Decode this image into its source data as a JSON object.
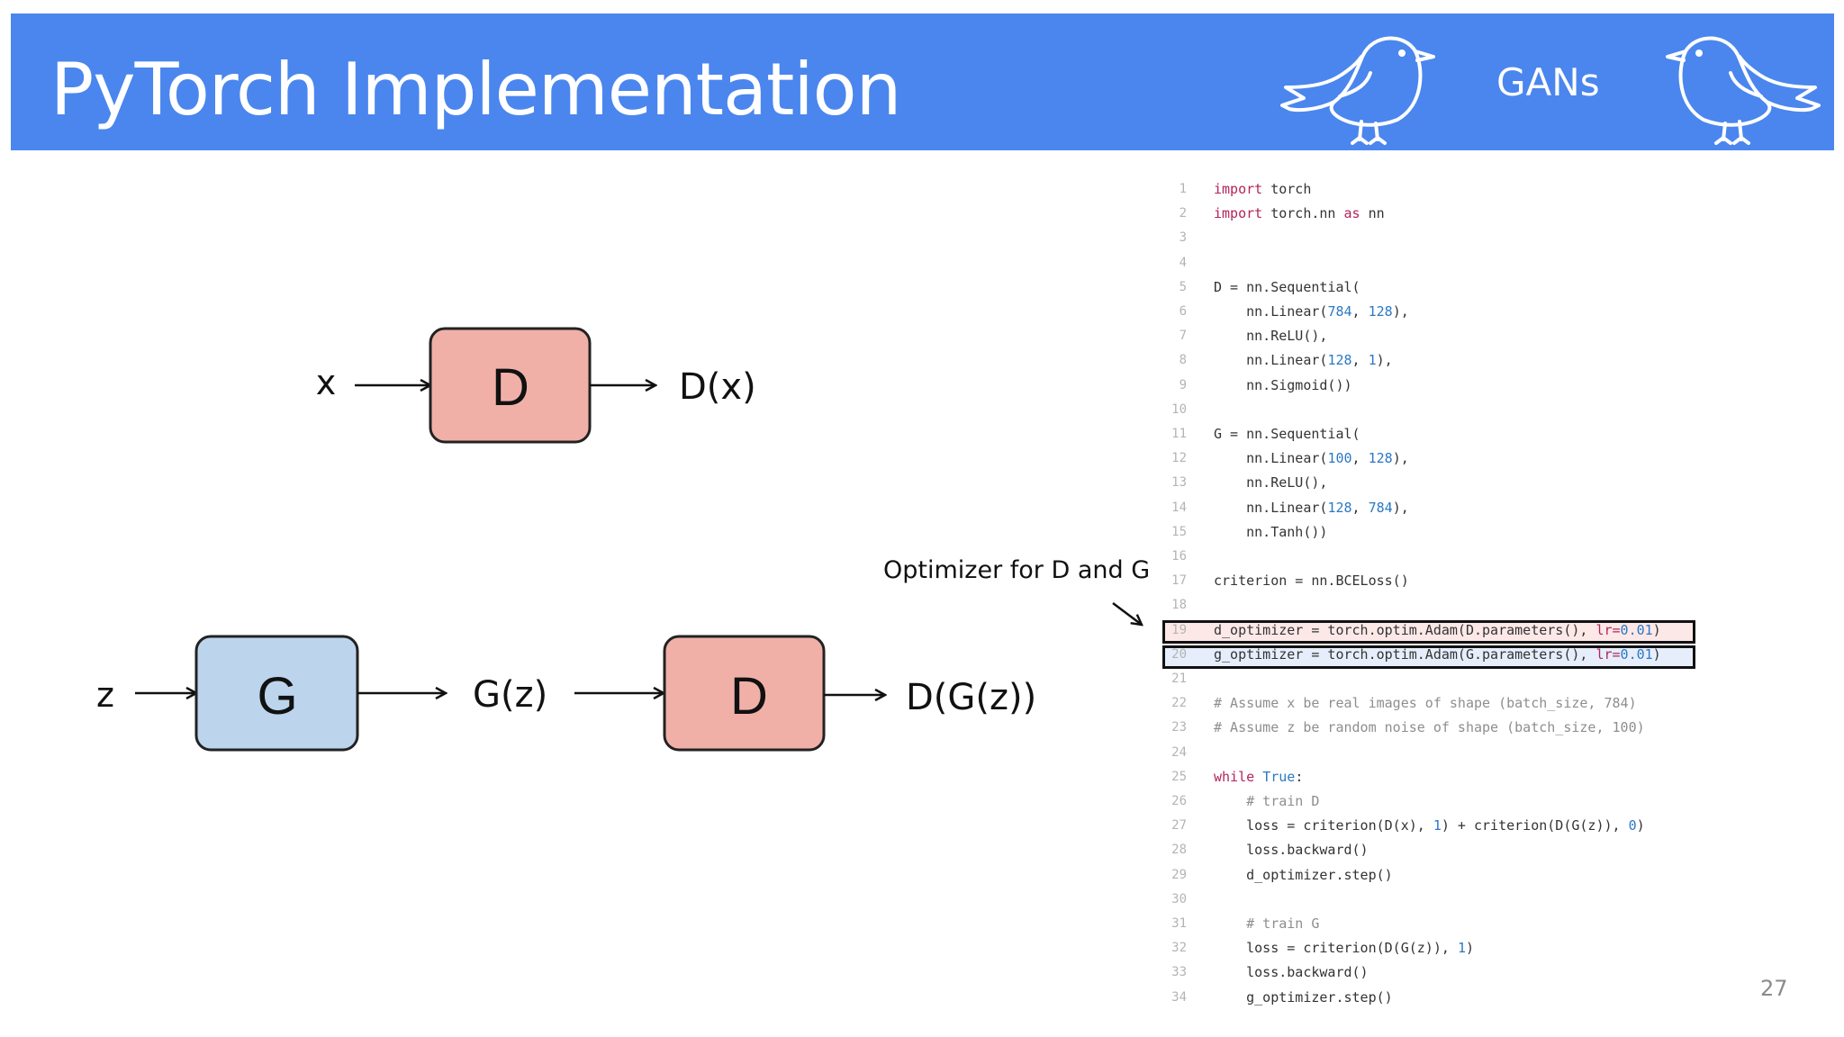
{
  "header": {
    "title": "PyTorch Implementation",
    "label": "GANs",
    "bg_color": "#4a86ee",
    "icons": [
      "bird-icon",
      "bird-icon"
    ]
  },
  "diagram": {
    "top": {
      "input": "x",
      "box": "D",
      "output": "D(x)",
      "box_color": "#f0b0a8"
    },
    "bottom": {
      "input": "z",
      "box1": "G",
      "mid": "G(z)",
      "box2": "D",
      "output": "D(G(z))",
      "g_color": "#bcd4ec",
      "d_color": "#f0b0a8"
    },
    "annotation": "Optimizer for D and G"
  },
  "code": {
    "lines": [
      {
        "n": "1",
        "t": [
          [
            "kw",
            "import"
          ],
          [
            "df",
            " torch"
          ]
        ]
      },
      {
        "n": "2",
        "t": [
          [
            "kw",
            "import"
          ],
          [
            "df",
            " torch.nn "
          ],
          [
            "kw",
            "as"
          ],
          [
            "df",
            " nn"
          ]
        ]
      },
      {
        "n": "3",
        "t": []
      },
      {
        "n": "4",
        "t": []
      },
      {
        "n": "5",
        "t": [
          [
            "df",
            "D = nn.Sequential("
          ]
        ]
      },
      {
        "n": "6",
        "t": [
          [
            "df",
            "    nn.Linear("
          ],
          [
            "nm",
            "784"
          ],
          [
            "df",
            ", "
          ],
          [
            "nm",
            "128"
          ],
          [
            "df",
            "),"
          ]
        ]
      },
      {
        "n": "7",
        "t": [
          [
            "df",
            "    nn.ReLU(),"
          ]
        ]
      },
      {
        "n": "8",
        "t": [
          [
            "df",
            "    nn.Linear("
          ],
          [
            "nm",
            "128"
          ],
          [
            "df",
            ", "
          ],
          [
            "nm",
            "1"
          ],
          [
            "df",
            "),"
          ]
        ]
      },
      {
        "n": "9",
        "t": [
          [
            "df",
            "    nn.Sigmoid())"
          ]
        ]
      },
      {
        "n": "10",
        "t": []
      },
      {
        "n": "11",
        "t": [
          [
            "df",
            "G = nn.Sequential("
          ]
        ]
      },
      {
        "n": "12",
        "t": [
          [
            "df",
            "    nn.Linear("
          ],
          [
            "nm",
            "100"
          ],
          [
            "df",
            ", "
          ],
          [
            "nm",
            "128"
          ],
          [
            "df",
            "),"
          ]
        ]
      },
      {
        "n": "13",
        "t": [
          [
            "df",
            "    nn.ReLU(),"
          ]
        ]
      },
      {
        "n": "14",
        "t": [
          [
            "df",
            "    nn.Linear("
          ],
          [
            "nm",
            "128"
          ],
          [
            "df",
            ", "
          ],
          [
            "nm",
            "784"
          ],
          [
            "df",
            "),"
          ]
        ]
      },
      {
        "n": "15",
        "t": [
          [
            "df",
            "    nn.Tanh())"
          ]
        ]
      },
      {
        "n": "16",
        "t": []
      },
      {
        "n": "17",
        "t": [
          [
            "df",
            "criterion = nn.BCELoss()"
          ]
        ]
      },
      {
        "n": "18",
        "t": []
      },
      {
        "n": "19",
        "t": [
          [
            "df",
            "d_optimizer = torch.optim.Adam(D.parameters(), "
          ],
          [
            "kw",
            "lr="
          ],
          [
            "nm",
            "0.01"
          ],
          [
            "df",
            ")"
          ]
        ]
      },
      {
        "n": "20",
        "t": [
          [
            "df",
            "g_optimizer = torch.optim.Adam(G.parameters(), "
          ],
          [
            "kw",
            "lr="
          ],
          [
            "nm",
            "0.01"
          ],
          [
            "df",
            ")"
          ]
        ]
      },
      {
        "n": "21",
        "t": []
      },
      {
        "n": "22",
        "t": [
          [
            "cm",
            "# Assume x be real images of shape (batch_size, 784)"
          ]
        ]
      },
      {
        "n": "23",
        "t": [
          [
            "cm",
            "# Assume z be random noise of shape (batch_size, 100)"
          ]
        ]
      },
      {
        "n": "24",
        "t": []
      },
      {
        "n": "25",
        "t": [
          [
            "kw",
            "while"
          ],
          [
            "df",
            " "
          ],
          [
            "nm",
            "True"
          ],
          [
            "df",
            ":"
          ]
        ]
      },
      {
        "n": "26",
        "t": [
          [
            "cm",
            "    # train D"
          ]
        ]
      },
      {
        "n": "27",
        "t": [
          [
            "df",
            "    loss = criterion(D(x), "
          ],
          [
            "nm",
            "1"
          ],
          [
            "df",
            ") + criterion(D(G(z)), "
          ],
          [
            "nm",
            "0"
          ],
          [
            "df",
            ")"
          ]
        ]
      },
      {
        "n": "28",
        "t": [
          [
            "df",
            "    loss.backward()"
          ]
        ]
      },
      {
        "n": "29",
        "t": [
          [
            "df",
            "    d_optimizer.step()"
          ]
        ]
      },
      {
        "n": "30",
        "t": []
      },
      {
        "n": "31",
        "t": [
          [
            "cm",
            "    # train G"
          ]
        ]
      },
      {
        "n": "32",
        "t": [
          [
            "df",
            "    loss = criterion(D(G(z)), "
          ],
          [
            "nm",
            "1"
          ],
          [
            "df",
            ")"
          ]
        ]
      },
      {
        "n": "33",
        "t": [
          [
            "df",
            "    loss.backward()"
          ]
        ]
      },
      {
        "n": "34",
        "t": [
          [
            "df",
            "    g_optimizer.step()"
          ]
        ]
      }
    ]
  },
  "page_number": "27"
}
